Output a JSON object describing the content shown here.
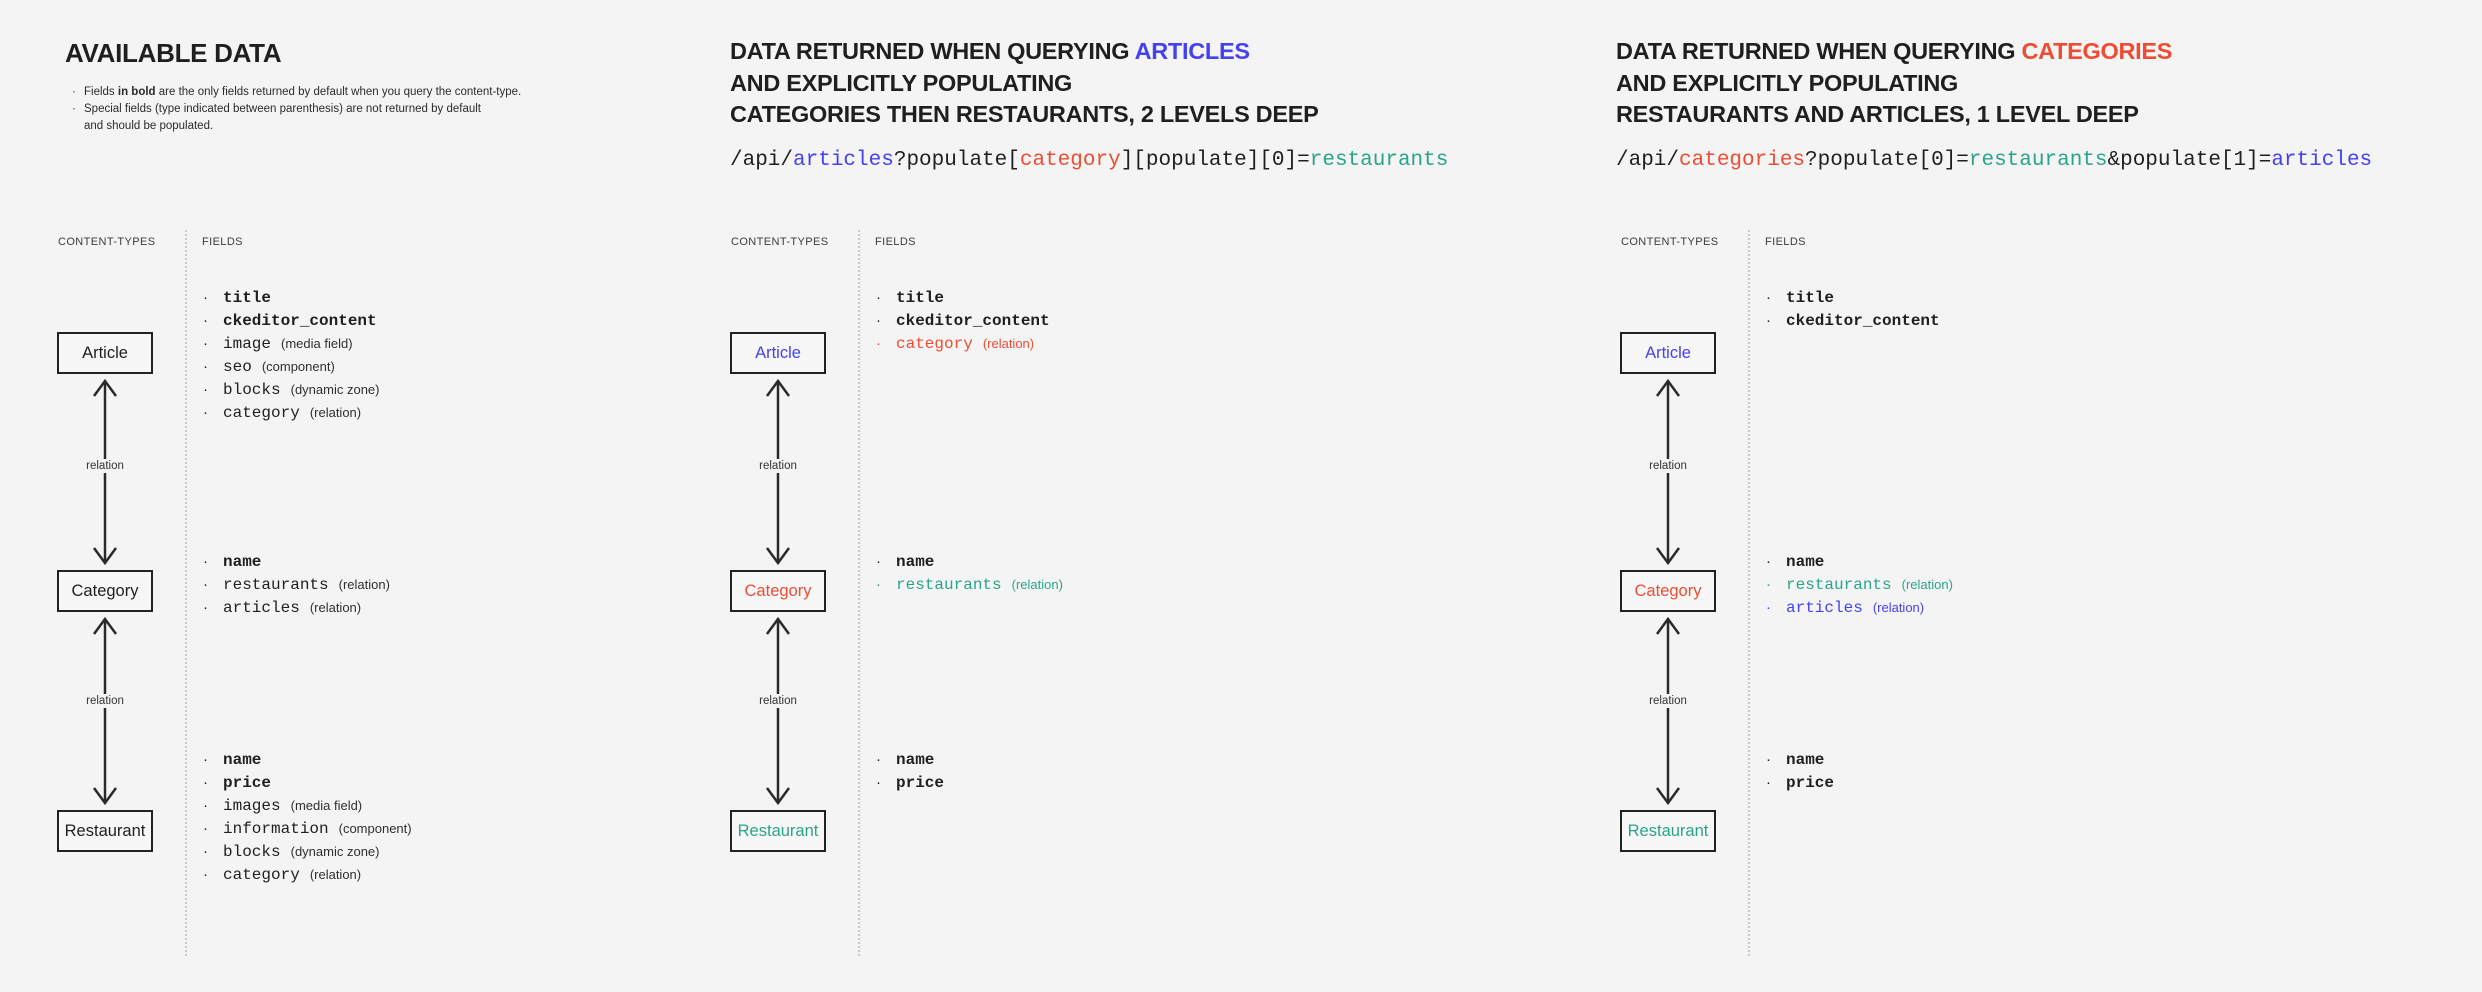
{
  "colors": {
    "dark": "#1f1f1f",
    "blue": "#4441ee",
    "red": "#ec4d33",
    "green": "#2aa489"
  },
  "page": {
    "background": "#f4f4f4"
  },
  "panels": [
    {
      "title": [
        [
          {
            "t": "AVAILABLE DATA"
          }
        ]
      ],
      "notes": [
        {
          "segments": [
            {
              "t": "Fields "
            },
            {
              "t": "in bold",
              "b": true
            },
            {
              "t": " are the only fields returned by default when you query the content-type."
            }
          ]
        },
        {
          "segments": [
            {
              "t": "Special fields (type indicated between parenthesis) are not returned by default"
            }
          ],
          "line2": "and should be populated."
        }
      ],
      "diagram": {
        "content_types_label": "CONTENT-TYPES",
        "fields_label": "FIELDS",
        "relation_label": "relation",
        "nodes": [
          {
            "name": "Article",
            "color": "dark",
            "fields": [
              {
                "n": "title",
                "b": true
              },
              {
                "n": "ckeditor_content",
                "b": true
              },
              {
                "n": "image",
                "t": "(media field)"
              },
              {
                "n": "seo",
                "t": "(component)"
              },
              {
                "n": "blocks",
                "t": "(dynamic zone)"
              },
              {
                "n": "category",
                "t": "(relation)"
              }
            ]
          },
          {
            "name": "Category",
            "color": "dark",
            "fields": [
              {
                "n": "name",
                "b": true
              },
              {
                "n": "restaurants",
                "t": "(relation)"
              },
              {
                "n": "articles",
                "t": "(relation)"
              }
            ]
          },
          {
            "name": "Restaurant",
            "color": "dark",
            "fields": [
              {
                "n": "name",
                "b": true
              },
              {
                "n": "price",
                "b": true
              },
              {
                "n": "images",
                "t": "(media field)"
              },
              {
                "n": "information",
                "t": "(component)"
              },
              {
                "n": "blocks",
                "t": "(dynamic zone)"
              },
              {
                "n": "category",
                "t": "(relation)"
              }
            ]
          }
        ]
      }
    },
    {
      "title": [
        [
          {
            "t": "DATA RETURNED WHEN QUERYING "
          },
          {
            "t": "ARTICLES",
            "c": "blue"
          }
        ],
        [
          {
            "t": "AND EXPLICITLY POPULATING"
          }
        ],
        [
          {
            "t": "CATEGORIES THEN RESTAURANTS, 2 LEVELS DEEP"
          }
        ]
      ],
      "api": [
        {
          "t": "/api/"
        },
        {
          "t": "articles",
          "c": "blue"
        },
        {
          "t": "?populate["
        },
        {
          "t": "category",
          "c": "red"
        },
        {
          "t": "][populate][0]="
        },
        {
          "t": "restaurants",
          "c": "green"
        }
      ],
      "diagram": {
        "content_types_label": "CONTENT-TYPES",
        "fields_label": "FIELDS",
        "relation_label": "relation",
        "nodes": [
          {
            "name": "Article",
            "color": "blue",
            "fields": [
              {
                "n": "title",
                "b": true
              },
              {
                "n": "ckeditor_content",
                "b": true
              },
              {
                "n": "category",
                "t": "(relation)",
                "c": "red"
              }
            ]
          },
          {
            "name": "Category",
            "color": "red",
            "fields": [
              {
                "n": "name",
                "b": true
              },
              {
                "n": "restaurants",
                "t": "(relation)",
                "c": "green"
              }
            ]
          },
          {
            "name": "Restaurant",
            "color": "green",
            "fields": [
              {
                "n": "name",
                "b": true
              },
              {
                "n": "price",
                "b": true
              }
            ]
          }
        ]
      }
    },
    {
      "title": [
        [
          {
            "t": "DATA RETURNED WHEN QUERYING "
          },
          {
            "t": "CATEGORIES",
            "c": "red"
          }
        ],
        [
          {
            "t": "AND EXPLICITLY POPULATING"
          }
        ],
        [
          {
            "t": "RESTAURANTS AND ARTICLES, 1 LEVEL DEEP"
          }
        ]
      ],
      "api": [
        {
          "t": "/api/"
        },
        {
          "t": "categories",
          "c": "red"
        },
        {
          "t": "?populate[0]="
        },
        {
          "t": "restaurants",
          "c": "green"
        },
        {
          "t": "&populate[1]="
        },
        {
          "t": "articles",
          "c": "blue"
        }
      ],
      "diagram": {
        "content_types_label": "CONTENT-TYPES",
        "fields_label": "FIELDS",
        "relation_label": "relation",
        "nodes": [
          {
            "name": "Article",
            "color": "blue",
            "fields": [
              {
                "n": "title",
                "b": true
              },
              {
                "n": "ckeditor_content",
                "b": true
              }
            ]
          },
          {
            "name": "Category",
            "color": "red",
            "fields": [
              {
                "n": "name",
                "b": true
              },
              {
                "n": "restaurants",
                "t": "(relation)",
                "c": "green"
              },
              {
                "n": "articles",
                "t": "(relation)",
                "c": "blue"
              }
            ]
          },
          {
            "name": "Restaurant",
            "color": "green",
            "fields": [
              {
                "n": "name",
                "b": true
              },
              {
                "n": "price",
                "b": true
              }
            ]
          }
        ]
      }
    }
  ]
}
